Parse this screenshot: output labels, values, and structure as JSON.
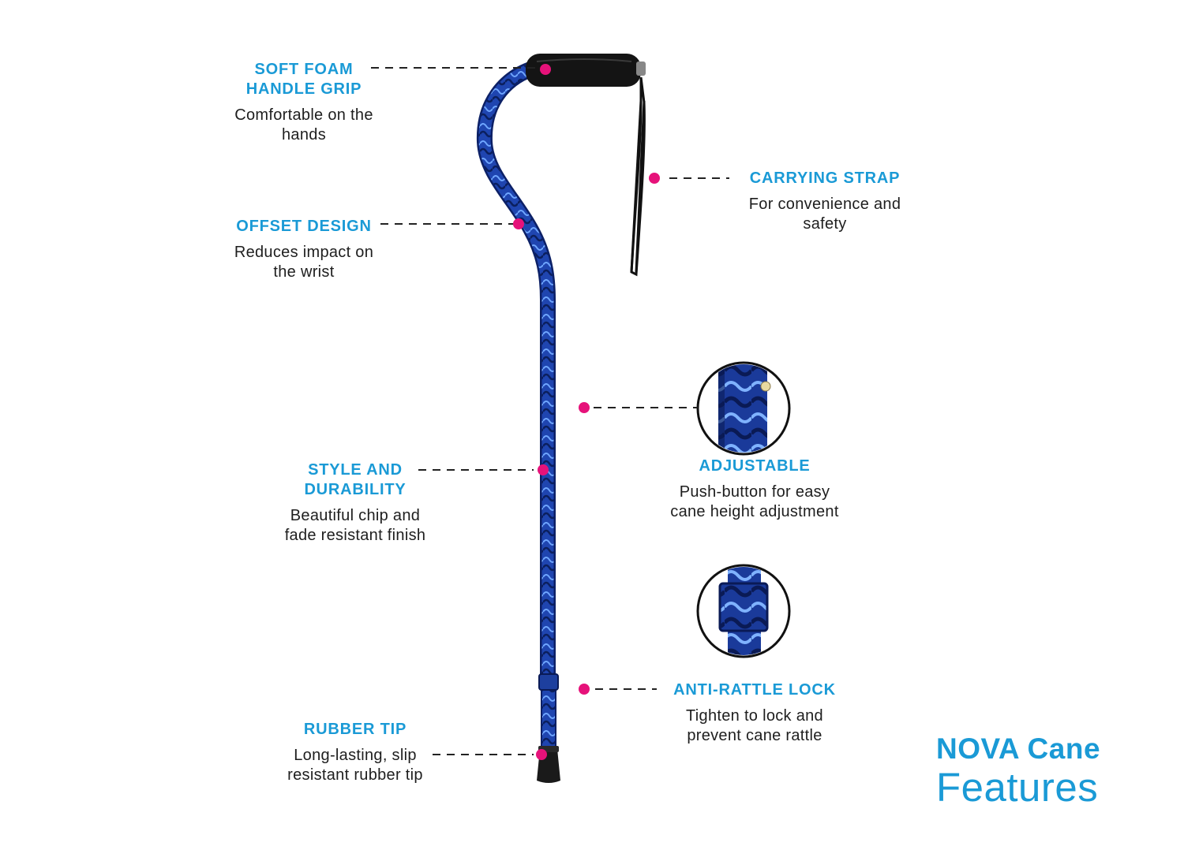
{
  "features": [
    {
      "id": "grip",
      "title": "SOFT FOAM\nHANDLE GRIP",
      "desc": "Comfortable on the\nhands"
    },
    {
      "id": "strap",
      "title": "CARRYING STRAP",
      "desc": "For convenience and\nsafety"
    },
    {
      "id": "offset",
      "title": "OFFSET DESIGN",
      "desc": "Reduces impact on\nthe wrist"
    },
    {
      "id": "adjustable",
      "title": "ADJUSTABLE",
      "desc": "Push-button for easy\ncane height adjustment"
    },
    {
      "id": "style",
      "title": "STYLE AND\nDURABILITY",
      "desc": "Beautiful chip and\nfade resistant finish"
    },
    {
      "id": "lock",
      "title": "ANTI-RATTLE LOCK",
      "desc": "Tighten to lock and\nprevent cane rattle"
    },
    {
      "id": "tip",
      "title": "RUBBER TIP",
      "desc": "Long-lasting, slip\nresistant rubber tip"
    }
  ],
  "brand": {
    "line1": "NOVA Cane",
    "line2": "Features"
  },
  "colors": {
    "accent": "#1a9ad6",
    "marker": "#e6127a",
    "cane": "#1f3fa3"
  }
}
